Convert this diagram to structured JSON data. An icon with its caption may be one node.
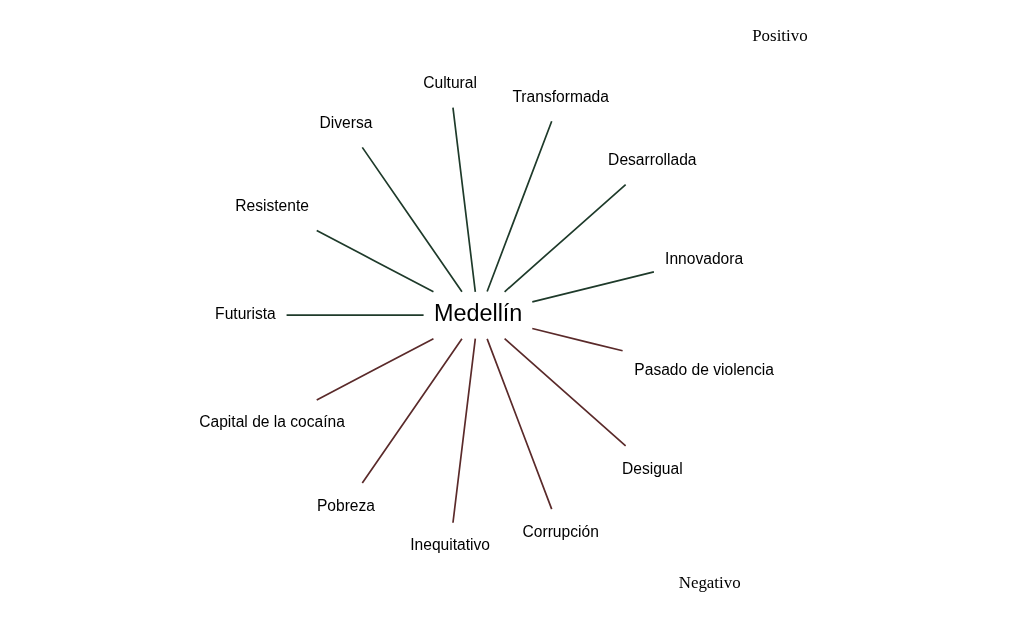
{
  "diagram": {
    "nodes": [
      {
        "text": [
          "Medellín"
        ]
      },
      {
        "text": [
          "Innovadora"
        ]
      },
      {
        "text": [
          "Desarrollada"
        ]
      },
      {
        "text": [
          "Transformada"
        ]
      },
      {
        "text": [
          "Cultural"
        ]
      },
      {
        "text": [
          "Diversa"
        ]
      },
      {
        "text": [
          "Resistente"
        ]
      },
      {
        "text": [
          "Futurista"
        ]
      },
      {
        "text": [
          "Capital de la cocaína"
        ]
      },
      {
        "text": [
          "Pobreza"
        ]
      },
      {
        "text": [
          "Inequitativo"
        ]
      },
      {
        "text": [
          "Corrupción"
        ]
      },
      {
        "text": [
          "Desigual"
        ]
      },
      {
        "text": [
          "Pasado de violencia"
        ]
      }
    ],
    "edges": [
      {
        "from": 0,
        "to": 1,
        "arrow": "none",
        "color": "#1e3a2a"
      },
      {
        "from": 0,
        "to": 2,
        "arrow": "none",
        "color": "#1e3a2a"
      },
      {
        "from": 0,
        "to": 3,
        "arrow": "none",
        "color": "#1e3a2a"
      },
      {
        "from": 0,
        "to": 4,
        "arrow": "none",
        "color": "#1e3a2a"
      },
      {
        "from": 0,
        "to": 5,
        "arrow": "none",
        "color": "#1e3a2a"
      },
      {
        "from": 0,
        "to": 6,
        "arrow": "none",
        "color": "#1e3a2a"
      },
      {
        "from": 0,
        "to": 7,
        "arrow": "none",
        "color": "#1e3a2a"
      },
      {
        "from": 0,
        "to": 8,
        "arrow": "none",
        "color": "#5a2a2a"
      },
      {
        "from": 0,
        "to": 9,
        "arrow": "none",
        "color": "#5a2a2a"
      },
      {
        "from": 0,
        "to": 10,
        "arrow": "none",
        "color": "#5a2a2a"
      },
      {
        "from": 0,
        "to": 11,
        "arrow": "none",
        "color": "#5a2a2a"
      },
      {
        "from": 0,
        "to": 12,
        "arrow": "none",
        "color": "#5a2a2a"
      },
      {
        "from": 0,
        "to": 13,
        "arrow": "none",
        "color": "#5a2a2a"
      }
    ],
    "labels": [
      "Positivo",
      "Negativo"
    ]
  }
}
